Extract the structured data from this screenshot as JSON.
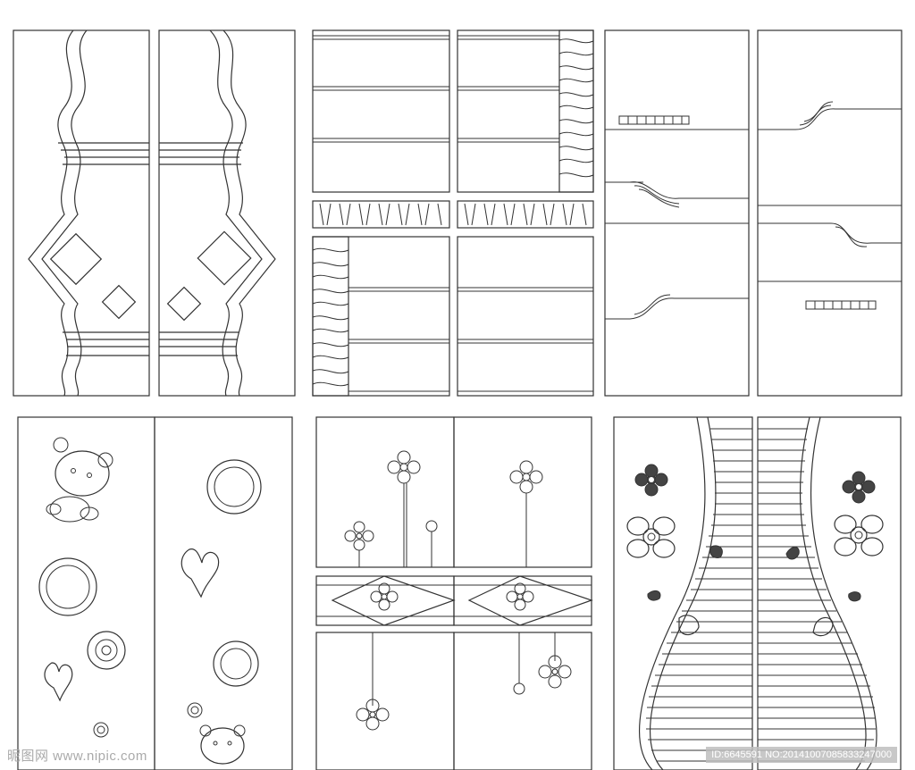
{
  "watermark": {
    "left_text": "昵图网 www.nipic.com",
    "right_text": "ID:6645591 NO:20141007085833247000"
  },
  "colors": {
    "line": "#333333",
    "background": "#ffffff",
    "watermark": "#aaaaaa"
  },
  "panels": [
    {
      "id": "wave-diamond-doors",
      "motif": "wavy-band-diamond"
    },
    {
      "id": "stripe-zigzag-doors",
      "motif": "horizontal-stripes-zigzag"
    },
    {
      "id": "wave-step-doors",
      "motif": "stepped-wave-lines"
    },
    {
      "id": "bear-ring-heart-doors",
      "motif": "bear-rings-hearts"
    },
    {
      "id": "flower-stem-doors",
      "motif": "flowers-stems"
    },
    {
      "id": "vase-slat-doors",
      "motif": "curved-slats-flowers"
    }
  ]
}
